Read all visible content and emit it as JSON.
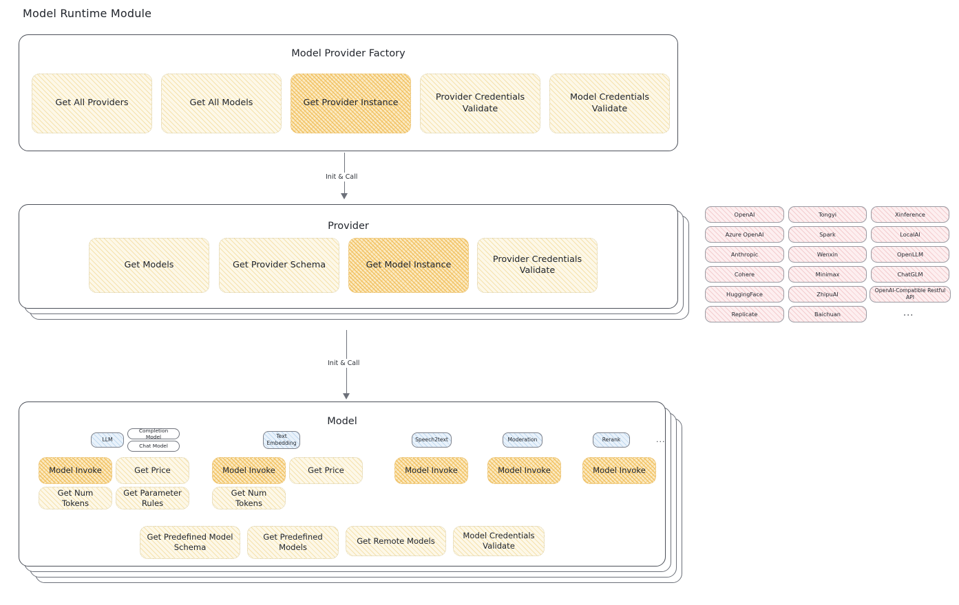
{
  "page": {
    "title": "Model Runtime Module"
  },
  "factory": {
    "title": "Model Provider Factory",
    "nodes": [
      {
        "label": "Get All Providers",
        "highlight": false
      },
      {
        "label": "Get All Models",
        "highlight": false
      },
      {
        "label": "Get Provider Instance",
        "highlight": true
      },
      {
        "label": "Provider Credentials Validate",
        "highlight": false
      },
      {
        "label": "Model Credentials Validate",
        "highlight": false
      }
    ]
  },
  "arrows": [
    {
      "label": "Init & Call"
    },
    {
      "label": "Init & Call"
    }
  ],
  "provider": {
    "title": "Provider",
    "nodes": [
      {
        "label": "Get Models",
        "highlight": false
      },
      {
        "label": "Get Provider Schema",
        "highlight": false
      },
      {
        "label": "Get Model Instance",
        "highlight": true
      },
      {
        "label": "Provider Credentials Validate",
        "highlight": false
      }
    ]
  },
  "provider_list": {
    "columns": [
      [
        "OpenAI",
        "Azure OpenAI",
        "Anthropic",
        "Cohere",
        "HuggingFace",
        "Replicate"
      ],
      [
        "Tongyi",
        "Spark",
        "Wenxin",
        "Minimax",
        "ZhipuAI",
        "Baichuan"
      ],
      [
        "Xinference",
        "LocalAI",
        "OpenLLM",
        "ChatGLM",
        "OpenAI-Compatible Restful API"
      ]
    ],
    "more": "..."
  },
  "model": {
    "title": "Model",
    "more": "...",
    "types": [
      {
        "badge": "LLM",
        "sub_badges": [
          "Completion Model",
          "Chat Model"
        ],
        "methods": [
          "Model Invoke",
          "Get Price",
          "Get Num Tokens",
          "Get Parameter Rules"
        ],
        "highlight_first": true
      },
      {
        "badge": "Text Embedding",
        "sub_badges": [],
        "methods": [
          "Model Invoke",
          "Get Price",
          "Get Num Tokens"
        ],
        "highlight_first": true
      },
      {
        "badge": "Speech2text",
        "sub_badges": [],
        "methods": [
          "Model Invoke"
        ],
        "highlight_first": true
      },
      {
        "badge": "Moderation",
        "sub_badges": [],
        "methods": [
          "Model Invoke"
        ],
        "highlight_first": true
      },
      {
        "badge": "Rerank",
        "sub_badges": [],
        "methods": [
          "Model Invoke"
        ],
        "highlight_first": true
      }
    ],
    "common_methods": [
      "Get Predefined Model Schema",
      "Get Predefined Models",
      "Get Remote Models",
      "Model Credentials Validate"
    ]
  },
  "colors": {
    "cream": "#fdf8e8",
    "orange": "#fbeac2",
    "pink": "#fdeff0",
    "blue": "#e9f2fb",
    "stroke": "#4b4f58"
  }
}
